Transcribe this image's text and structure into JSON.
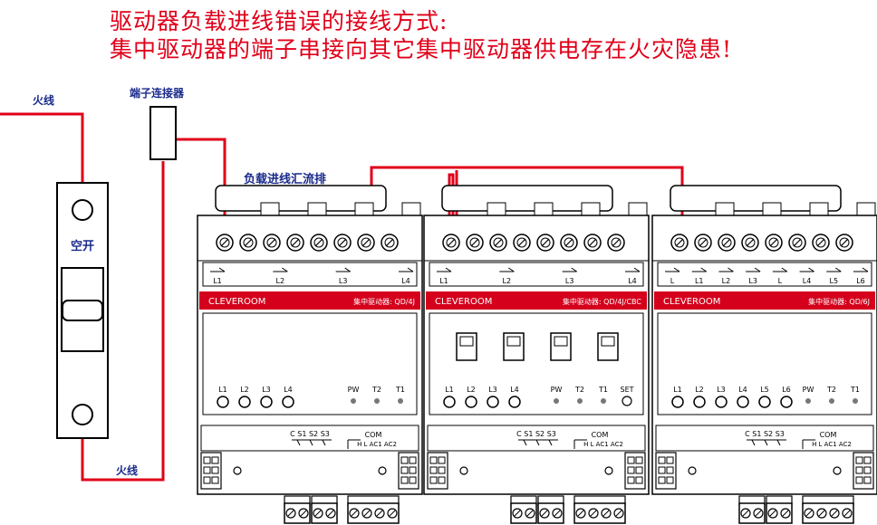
{
  "title": {
    "line1": "驱动器负载进线错误的接线方式:",
    "line2": "集中驱动器的端子串接向其它集中驱动器供电存在火灾隐患!"
  },
  "labels": {
    "live_top": "火线",
    "live_bottom": "火线",
    "terminal_connector": "端子连接器",
    "load_busbar": "负载进线汇流排",
    "breaker": "空开"
  },
  "colors": {
    "title": "#e0001a",
    "wire": "#e0001a",
    "brand_bar": "#d4001c",
    "label_blue": "#1a2a8a"
  },
  "modules": [
    {
      "brand": "CLEVEROOM",
      "model": "集中驱动器: QD/4J",
      "relay_labels": [
        "L1",
        "L2",
        "L3",
        "L4"
      ],
      "front_labels": [
        "L1",
        "L2",
        "L3",
        "L4",
        "PW",
        "T2",
        "T1"
      ],
      "bottom_left": "C  S1 S2 S3",
      "com": "COM",
      "com_sub": "H  L  AC1 AC2"
    },
    {
      "brand": "CLEVEROOM",
      "model": "集中驱动器: QD/4J/CBC",
      "relay_labels": [
        "L1",
        "L2",
        "L3",
        "L4"
      ],
      "front_labels": [
        "L1",
        "L2",
        "L3",
        "L4",
        "PW",
        "T2",
        "T1",
        "SET"
      ],
      "bottom_left": "C  S1 S2 S3",
      "com": "COM",
      "com_sub": "H  L  AC1 AC2"
    },
    {
      "brand": "CLEVEROOM",
      "model": "集中驱动器: QD/6J",
      "relay_labels": [
        "L",
        "L1",
        "L2",
        "L3",
        "L",
        "L4",
        "L5",
        "L6"
      ],
      "front_labels": [
        "L1",
        "L2",
        "L3",
        "L4",
        "L5",
        "L6",
        "PW",
        "T2",
        "T1"
      ],
      "bottom_left": "C  S1 S2 S3",
      "com": "COM",
      "com_sub": "H  L  AC1 AC2"
    }
  ]
}
